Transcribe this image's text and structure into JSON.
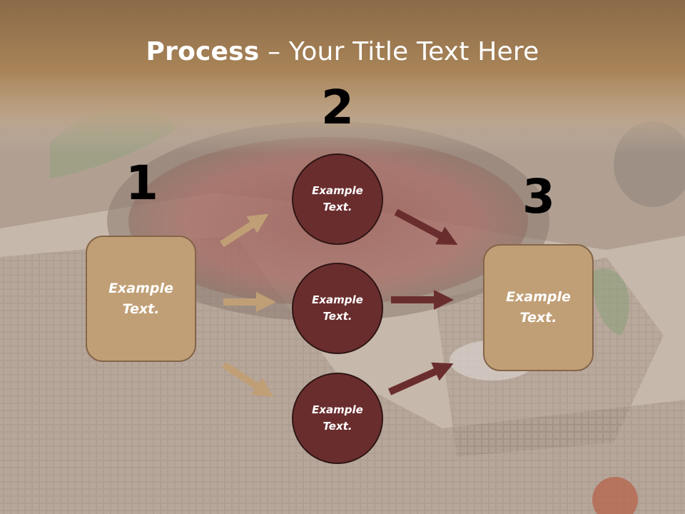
{
  "title": {
    "bold": "Process",
    "rest": " – Your Title Text Here"
  },
  "steps": {
    "one": "1",
    "two": "2",
    "three": "3"
  },
  "left_box": {
    "text": "Example\nText."
  },
  "right_box": {
    "text": "Example\nText."
  },
  "circles": [
    {
      "text": "Example\nText."
    },
    {
      "text": "Example\nText."
    },
    {
      "text": "Example\nText."
    }
  ],
  "colors": {
    "box_fill": "#c19f76",
    "circle_fill": "#6a2d2e",
    "arrow_tan": "#c19f76",
    "arrow_dark": "#6a2d2e",
    "header_band": "#8f6c48"
  }
}
